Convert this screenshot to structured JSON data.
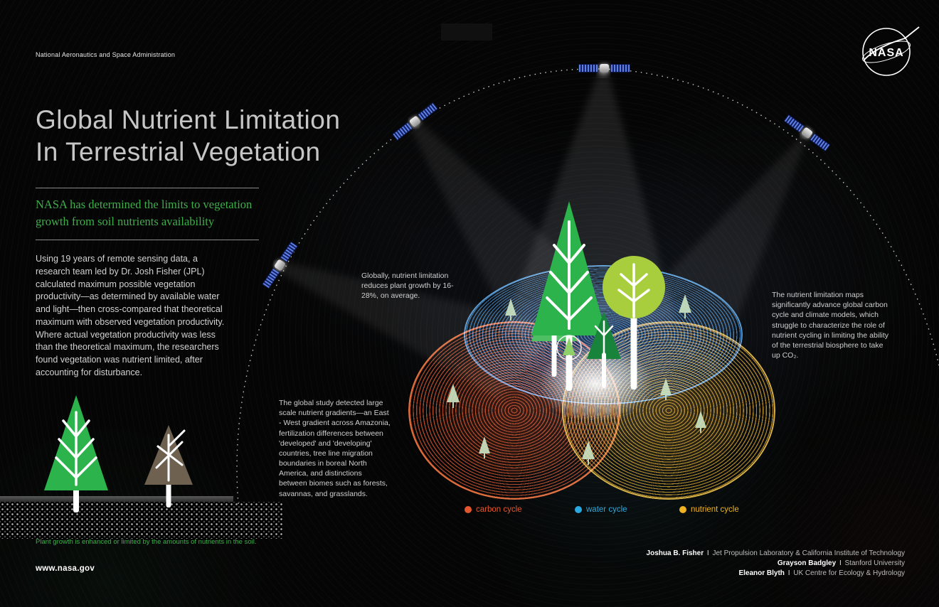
{
  "header": {
    "agency": "National Aeronautics and Space Administration",
    "logo_text": "NASA",
    "site_url": "www.nasa.gov"
  },
  "title": {
    "line1": "Global Nutrient Limitation",
    "line2": "In Terrestrial Vegetation"
  },
  "subtitle": "NASA has determined the limits to vegetation growth from soil nutrients availability",
  "intro_paragraph": "Using 19 years of remote sensing data, a research team led by Dr. Josh Fisher (JPL) calculated maximum possible vegetation productivity—as determined by available water and light—then cross-compared that theoretical maximum with observed vegetation productivity. Where actual vegetation productivity was less than the theoretical maximum, the researchers found vegetation was nutrient limited, after accounting for disturbance.",
  "annotations": {
    "global_reduction": "Globally, nutrient limitation reduces plant growth by 16-28%, on average.",
    "study_findings": "The global study detected large scale nutrient gradients—an East - West gradient across Amazonia, fertilization differences between 'developed' and 'developing' countries, tree line migration boundaries in boreal North America, and distinctions between biomes such as forests, savannas, and grasslands.",
    "model_impact": "The nutrient limitation maps significantly advance global carbon cycle and climate models, which struggle to characterize the role of nutrient cycling in limiting the ability of the terrestrial biosphere to take up CO₂."
  },
  "legend": {
    "items": [
      {
        "label": "carbon cycle",
        "color": "#e4572e"
      },
      {
        "label": "water cycle",
        "color": "#2aa9e0"
      },
      {
        "label": "nutrient cycle",
        "color": "#f0b323"
      }
    ]
  },
  "soil_caption": "Plant growth is enhanced or limited by the amounts of nutrients in the soil.",
  "credits": {
    "separator": "I",
    "items": [
      {
        "name": "Joshua B. Fisher",
        "affiliation": "Jet Propulsion Laboratory & California Institute of Technology"
      },
      {
        "name": "Grayson Badgley",
        "affiliation": "Stanford University"
      },
      {
        "name": "Eleanor Blyth",
        "affiliation": "UK Centre for Ecology & Hydrology"
      }
    ]
  },
  "colors": {
    "background": "#050505",
    "accent_green": "#3fae4a",
    "carbon": "#e4572e",
    "water": "#2aa9e0",
    "nutrient": "#f0b323"
  }
}
